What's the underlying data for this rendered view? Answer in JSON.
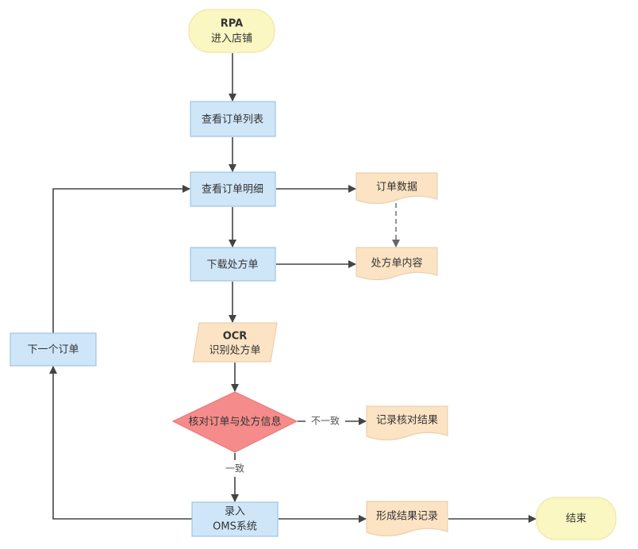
{
  "nodes": {
    "start": {
      "line1": "RPA",
      "line2": "进入店铺"
    },
    "view_list": "查看订单列表",
    "view_detail": "查看订单明细",
    "order_data": "订单数据",
    "download": "下载处方单",
    "prescription_content": "处方单内容",
    "ocr": {
      "line1": "OCR",
      "line2": "识别处方单"
    },
    "check": "核对订单与处方信息",
    "record_check": "记录核对结果",
    "enter_oms": {
      "line1": "录入",
      "line2": "OMS系统"
    },
    "result_record": "形成结果记录",
    "end": "结束",
    "next_order": "下一个订单"
  },
  "edge_labels": {
    "mismatch": "不一致",
    "match": "一致"
  },
  "colors": {
    "process": "#cfe6f8",
    "terminator": "#fbf7c3",
    "document": "#fbe3c4",
    "decision": "#f68b8b"
  }
}
